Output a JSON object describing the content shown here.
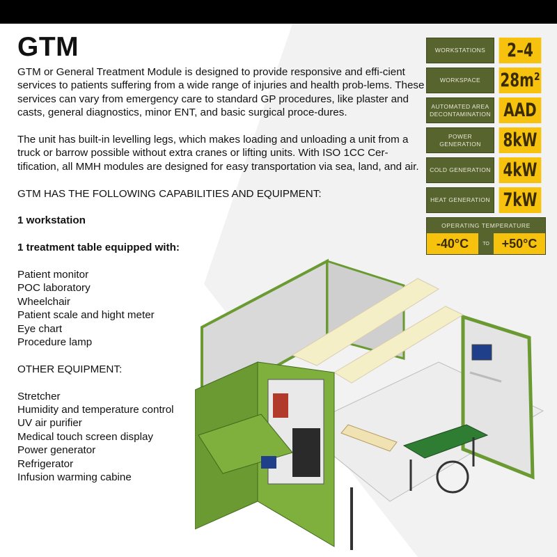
{
  "title": "GTM",
  "paragraphs": [
    "GTM or General Treatment Module is designed to provide responsive and effi-cient services to patients suffering from a wide range of injuries and health prob-lems. These services can vary from emergency care to standard GP procedures, like plaster and casts, general diagnostics, minor ENT, and basic surgical proce-dures.",
    "The unit has built-in levelling legs, which makes loading and unloading a unit from a truck or barrow possible without extra cranes or lifting units. With ISO 1CC Cer-tification, all MMH modules are designed for easy transportation via sea, land, and air."
  ],
  "capabilities_heading": "GTM HAS THE FOLLOWING CAPABILITIES AND EQUIPMENT:",
  "workstation_line": "1 workstation",
  "table_heading": "1 treatment table equipped with:",
  "table_items": [
    "Patient monitor",
    "POC laboratory",
    "Wheelchair",
    "Patient scale and hight meter",
    "Eye chart",
    "Procedure lamp"
  ],
  "other_heading": "OTHER EQUIPMENT:",
  "other_items": [
    "Stretcher",
    "Humidity and temperature control",
    "UV air purifier",
    "Medical touch screen display",
    "Power generator",
    "Refrigerator",
    "Infusion warming cabine"
  ],
  "specs": [
    {
      "label": "WORKSTATIONS",
      "value": "2–4"
    },
    {
      "label": "WORKSPACE",
      "value": "28m²"
    },
    {
      "label": "AUTOMATED AREA DECONTAMINATION",
      "value": "AAD"
    },
    {
      "label": "POWER GENERATION",
      "value": "8kW"
    },
    {
      "label": "COLD GENERATION",
      "value": "4kW"
    },
    {
      "label": "HEAT GENERATION",
      "value": "7kW"
    }
  ],
  "operating": {
    "label": "OPERATING TEMPERATURE",
    "min": "-40°C",
    "to": "TO",
    "max": "+50°C"
  },
  "colors": {
    "olive": "#58642e",
    "yellow": "#f6c20e",
    "module_green": "#6b9a33"
  }
}
